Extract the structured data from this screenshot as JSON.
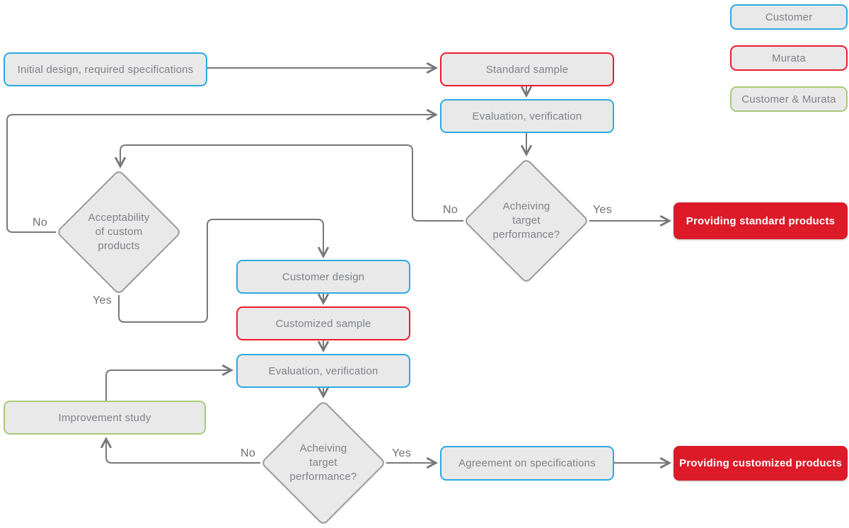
{
  "colors": {
    "customer_border": "#2ca9e1",
    "murata_border": "#ec1b2d",
    "both_border": "#a9ca78",
    "result_fill": "#dc1a28",
    "node_fill": "#e9e9ea",
    "line": "#77787b",
    "node_text": "#808285",
    "result_text": "#ffffff"
  },
  "legend": {
    "items": [
      {
        "label": "Customer",
        "type": "customer"
      },
      {
        "label": "Murata",
        "type": "murata"
      },
      {
        "label": "Customer & Murata",
        "type": "customer-and-murata"
      }
    ]
  },
  "nodes": {
    "initial_design": {
      "label": "Initial design, required specifications"
    },
    "standard_sample": {
      "label": "Standard sample"
    },
    "evaluation_top": {
      "label": "Evaluation, verification"
    },
    "achieving_target_1": {
      "label": "Acheiving\ntarget\nperformance?"
    },
    "providing_standard": {
      "label": "Providing standard products"
    },
    "acceptability": {
      "label": "Acceptability\nof custom\nproducts"
    },
    "customer_design": {
      "label": "Customer design"
    },
    "customized_sample": {
      "label": "Customized sample"
    },
    "evaluation_bottom": {
      "label": "Evaluation, verification"
    },
    "improvement_study": {
      "label": "Improvement study"
    },
    "achieving_target_2": {
      "label": "Acheiving\ntarget\nperformance?"
    },
    "agreement": {
      "label": "Agreement on specifications"
    },
    "providing_customized": {
      "label": "Providing customized products"
    }
  },
  "edge_labels": {
    "no1": "No",
    "yes1": "Yes",
    "no2": "No",
    "yes2": "Yes",
    "no3": "No",
    "yes3": "Yes"
  }
}
